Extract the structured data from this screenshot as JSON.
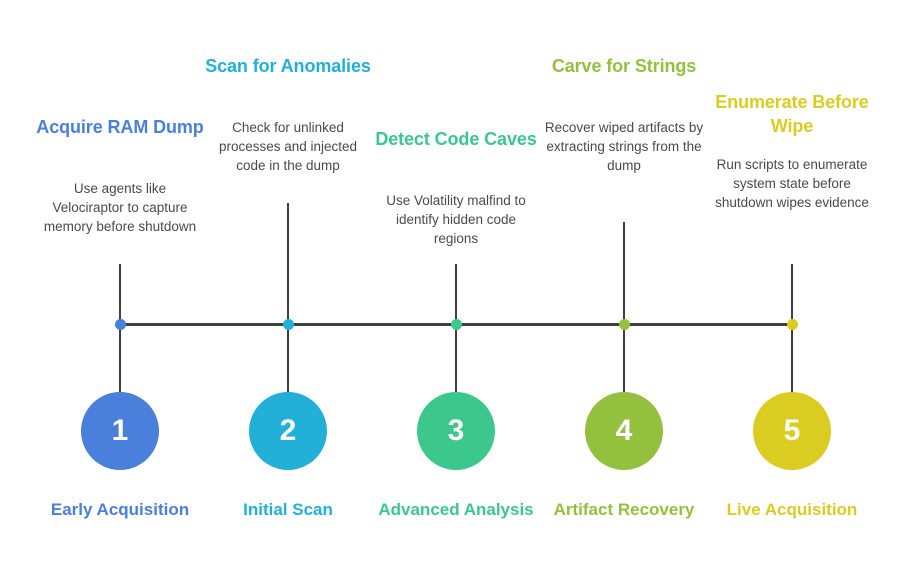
{
  "diagram": {
    "type": "process-timeline",
    "orientation": "horizontal",
    "background_color": "#ffffff",
    "axis_color": "#3f3f3f",
    "description_color": "#4a4a4a",
    "steps": [
      {
        "number": "1",
        "title": "Acquire RAM Dump",
        "description": "Use agents like Velociraptor to capture memory before shutdown",
        "label": "Early Acquisition",
        "color": "#4a7fdb"
      },
      {
        "number": "2",
        "title": "Scan for Anomalies",
        "description": "Check for unlinked processes and injected code in the dump",
        "label": "Initial Scan",
        "color": "#22b0d8"
      },
      {
        "number": "3",
        "title": "Detect Code Caves",
        "description": "Use Volatility malfind to identify hidden code regions",
        "label": "Advanced Analysis",
        "color": "#3cc88c"
      },
      {
        "number": "4",
        "title": "Carve for Strings",
        "description": "Recover wiped artifacts by extracting strings from the dump",
        "label": "Artifact Recovery",
        "color": "#94c13d"
      },
      {
        "number": "5",
        "title": "Enumerate Before Wipe",
        "description": "Run scripts to enumerate system state before shutdown wipes evidence",
        "label": "Live Acquisition",
        "color": "#dbcc22"
      }
    ]
  }
}
